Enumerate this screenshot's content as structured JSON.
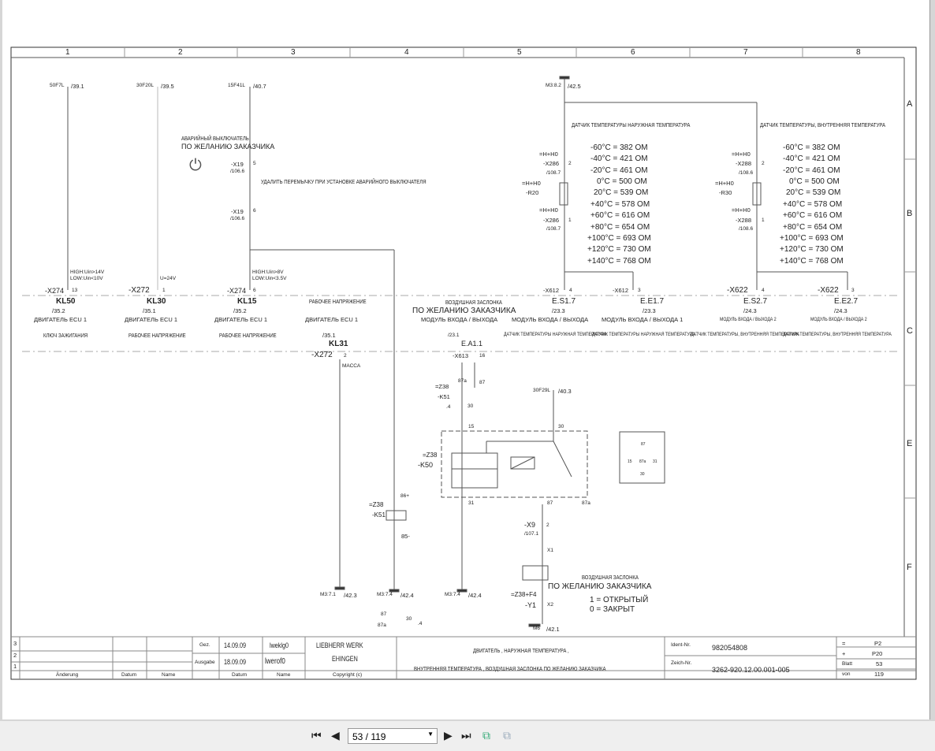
{
  "columns": [
    "1",
    "2",
    "3",
    "4",
    "5",
    "6",
    "7",
    "8"
  ],
  "rows": [
    "A",
    "B",
    "C",
    "E",
    "F"
  ],
  "col1": {
    "src": "50F7L",
    "ref": "/39.1",
    "hl1": "HIGH:Uin>14V",
    "hl2": "LOW:Uin<10V",
    "conn": "-X274",
    "pin": "13",
    "kl": "KL50",
    "klref": "/35.2",
    "ecu": "ДВИГАТЕЛЬ ECU 1",
    "desc": "КЛЮЧ ЗАЖИГАНИЯ"
  },
  "col2": {
    "src": "30F20L",
    "ref": "/39.5",
    "u": "U=24V",
    "conn": "-X272",
    "pin": "1",
    "kl": "KL30",
    "klref": "/35.1",
    "ecu": "ДВИГАТЕЛЬ ECU 1",
    "desc": "РАБОЧЕЕ НАПРЯЖЕНИЕ"
  },
  "col3": {
    "src": "15F41L",
    "ref": "/40.7",
    "em1": "АВАРИЙНЫЙ ВЫКЛЮЧАТЕЛЬ",
    "em2": "ПО ЖЕЛАНИЮ ЗАКАЗЧИКА",
    "x19a": "-X19",
    "x19a_pin": "5",
    "x19a_ref": "/106.6",
    "remove": "УДАЛИТЬ ПЕРЕМЫЧКУ ПРИ УСТАНОВКЕ АВАРИЙНОГО ВЫКЛЮЧАТЕЛЯ",
    "x19b": "-X19",
    "x19b_pin": "6",
    "x19b_ref": "/106.6",
    "hl1": "HIGH:Uin>8V",
    "hl2": "LOW:Uin<3.5V",
    "conn": "-X274",
    "pin": "6",
    "kl": "KL15",
    "klref": "/35.2",
    "ecu": "ДВИГАТЕЛЬ ECU 1",
    "desc": "РАБОЧЕЕ НАПРЯЖЕНИЕ"
  },
  "col4": {
    "top": "РАБОЧЕЕ НАПРЯЖЕНИЕ",
    "ecu": "ДВИГАТЕЛЬ ECU 1",
    "klref": "/35.1",
    "kl": "KL31",
    "conn": "-X272",
    "pin": "2",
    "massa": "МАССА",
    "gnd": "M3:7.1",
    "gndref": "/42.3"
  },
  "k51": {
    "z": "=Z38",
    "k": "-K51",
    "p1": "86+",
    "p2": "85-",
    "gnd": "M3:7.4",
    "gndref": "/42.4",
    "c87": "87",
    "c30": "30",
    "c87a": "87a",
    "c4": ".4"
  },
  "mid": {
    "air": "ВОЗДУШНАЯ ЗАСЛОНКА",
    "opt": "ПО ЖЕЛАНИЮ ЗАКАЗЧИКА",
    "mod1": "МОДУЛЬ ВХОДА / ВЫХОДА",
    "mod2": "МОДУЛЬ ВХОДА / ВЫХОДА",
    "mod3": "МОДУЛЬ ВХОДА / ВЫХОДА  1",
    "mod4": "МОДУЛЬ ВХОДА / ВЫХОДА 2",
    "mod5": "МОДУЛЬ ВХОДА / ВЫХОДА 2",
    "ref231": "/23.1",
    "ea": "E.A1.1",
    "x613": "-X613",
    "x613pin": "16",
    "d1": "ДАТЧИК ТЕМПЕРАТУРЫ НАРУЖНАЯ ТЕМПЕРАТУРА",
    "d2": "ДАТЧИК ТЕМПЕРАТУРЫ НАРУЖНАЯ ТЕМПЕРАТУРА",
    "d3": "ДАТЧИК ТЕМПЕРАТУРЫ, ВНУТРЕННЯЯ ТЕМПЕРАТУРА",
    "d4": "ДАТЧИК ТЕМПЕРАТУРЫ, ВНУТРЕННЯЯ ТЕМПЕРАТУРА"
  },
  "k51c": {
    "z": "=Z38",
    "k": "-K51",
    "ref": ".4",
    "c87a": "87a",
    "c87": "87",
    "c30": "30"
  },
  "k50": {
    "z": "=Z38",
    "k": "-K50",
    "p15": "15",
    "p30": "30",
    "p31": "31",
    "p87": "87",
    "p87a": "87a",
    "src": "30F29L",
    "ref": "/40.3",
    "gnd": "M3:7.4",
    "gndref": "/42.4",
    "socket": [
      "87",
      "15",
      "87a",
      "31",
      "30"
    ]
  },
  "y1": {
    "x9": "-X9",
    "x9pin": "2",
    "x9ref": "/107.1",
    "x1": "X1",
    "x2": "X2",
    "z": "=Z38+F4",
    "y": "-Y1",
    "air": "ВОЗДУШНАЯ ЗАСЛОНКА",
    "opt": "ПО ЖЕЛАНИЮ ЗАКАЗЧИКА",
    "open": "1 = ОТКРЫТЫЙ",
    "closed": "0 = ЗАКРЫТ",
    "gnd": "M6",
    "gndref": "/42.1"
  },
  "s1": {
    "top": "M3:8.2",
    "topref": "/42.5",
    "title": "ДАТЧИК ТЕМПЕРАТУРЫ НАРУЖНАЯ ТЕМПЕРАТУРА",
    "h1": "=H+H0",
    "x1": "-X286",
    "x1pin": "2",
    "x1ref": "/108.7",
    "h2": "=H+H0",
    "r": "-R20",
    "h3": "=H+H0",
    "x2": "-X286",
    "x2pin": "1",
    "x2ref": "/108.7",
    "c1": "-X612",
    "c1pin": "4",
    "e1": "E.S1.7",
    "e1ref": "/23.3",
    "c2": "-X612",
    "c2pin": "3",
    "e2": "E.E1.7",
    "e2ref": "/23.3"
  },
  "s2": {
    "title": "ДАТЧИК ТЕМПЕРАТУРЫ, ВНУТРЕННЯЯ ТЕМПЕРАТУРА",
    "h1": "=H+H0",
    "x1": "-X288",
    "x1pin": "2",
    "x1ref": "/108.6",
    "h2": "=H+H0",
    "r": "-R30",
    "h3": "=H+H0",
    "x2": "-X288",
    "x2pin": "1",
    "x2ref": "/108.6",
    "c1": "-X622",
    "c1pin": "4",
    "e1": "E.S2.7",
    "e1ref": "/24.3",
    "c2": "-X622",
    "c2pin": "3",
    "e2": "E.E2.7",
    "e2ref": "/24.3"
  },
  "temps": [
    "-60°C = 382 OM",
    "-40°C = 421 OM",
    "-20°C = 461 OM",
    "0°C = 500 OM",
    "20°C = 539 OM",
    "+40°C = 578 OM",
    "+60°C = 616 OM",
    "+80°C = 654 OM",
    "+100°C = 693 OM",
    "+120°C = 730 OM",
    "+140°C = 768 OM"
  ],
  "titleblock": {
    "rev": [
      "3",
      "2",
      "1"
    ],
    "h_change": "Änderung",
    "h_date": "Datum",
    "h_name": "Name",
    "gez": "Gez.",
    "gez_date": "14.09.09",
    "gez_name": "lweklg0",
    "ausgabe": "Ausgabe",
    "aus_date": "18.09.09",
    "aus_name": "lwerof0",
    "h_datum": "Datum",
    "h_name2": "Name",
    "company1": "LIEBHERR WERK",
    "company2": "EHINGEN",
    "copyright": "Copyright (c)",
    "title1": "ДВИГАТЕЛЬ , НАРУЖНАЯ ТЕМПЕРАТУРА ,",
    "title2": "ВНУТРЕННЯЯ ТЕМПЕРАТУРА , ВОЗДУШНАЯ ЗАСЛОНКА ПО ЖЕЛАНИЮ ЗАКАЗЧИКА",
    "ident_l": "Ident-Nr.",
    "ident": "982054808",
    "zeich_l": "Zeich-Nr.",
    "zeich": "3262-920.12.00.001-005",
    "eq": "=",
    "eqv": "P2",
    "plus": "+",
    "plusv": "P20",
    "blatt": "Blatt",
    "blattv": "53",
    "von": "von",
    "vonv": "119"
  },
  "viewer": {
    "page": "53 / 119"
  }
}
